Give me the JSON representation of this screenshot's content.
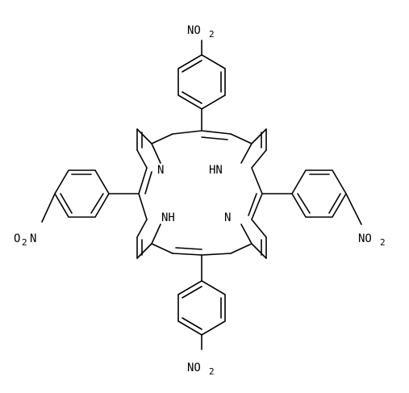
{
  "molecule": {
    "labels": {
      "nitro_top": "NO",
      "nitro_right": "NO",
      "nitro_bottom": "NO",
      "nitro_left": "O",
      "nitro_left_n": "N",
      "sub2": "2",
      "n_left": "N",
      "nh_right": "HN",
      "nh_left": "NH",
      "n_right": "N"
    }
  }
}
